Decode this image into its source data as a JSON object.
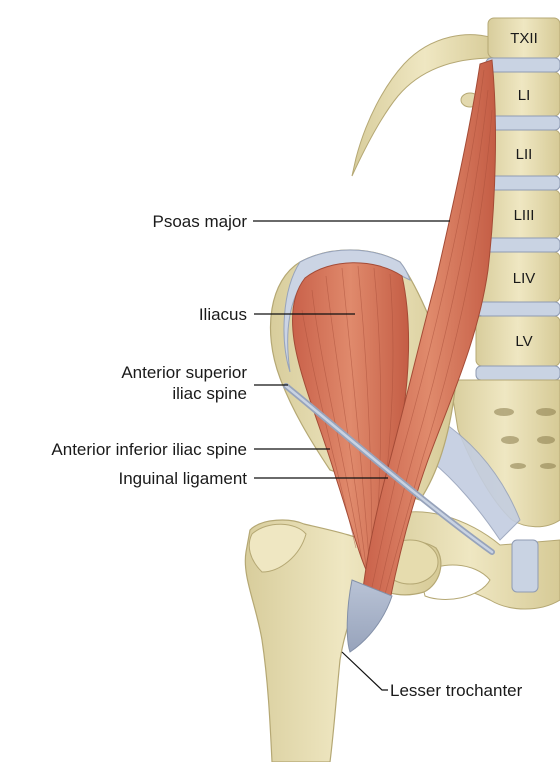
{
  "labels": {
    "psoas_major": "Psoas major",
    "iliacus": "Iliacus",
    "asis_line1": "Anterior superior",
    "asis_line2": "iliac spine",
    "aiis": "Anterior inferior iliac spine",
    "inguinal_ligament": "Inguinal ligament",
    "lesser_trochanter": "Lesser trochanter"
  },
  "vertebrae": [
    "TXII",
    "LI",
    "LII",
    "LIII",
    "LIV",
    "LV"
  ],
  "colors": {
    "bone": "#e8dfb6",
    "bone_shadow": "#c9bc8a",
    "disc": "#c9d3e3",
    "muscle": "#d9785d",
    "muscle_dark": "#b8563f",
    "ligament": "#aab5c9",
    "leader": "#111111"
  }
}
